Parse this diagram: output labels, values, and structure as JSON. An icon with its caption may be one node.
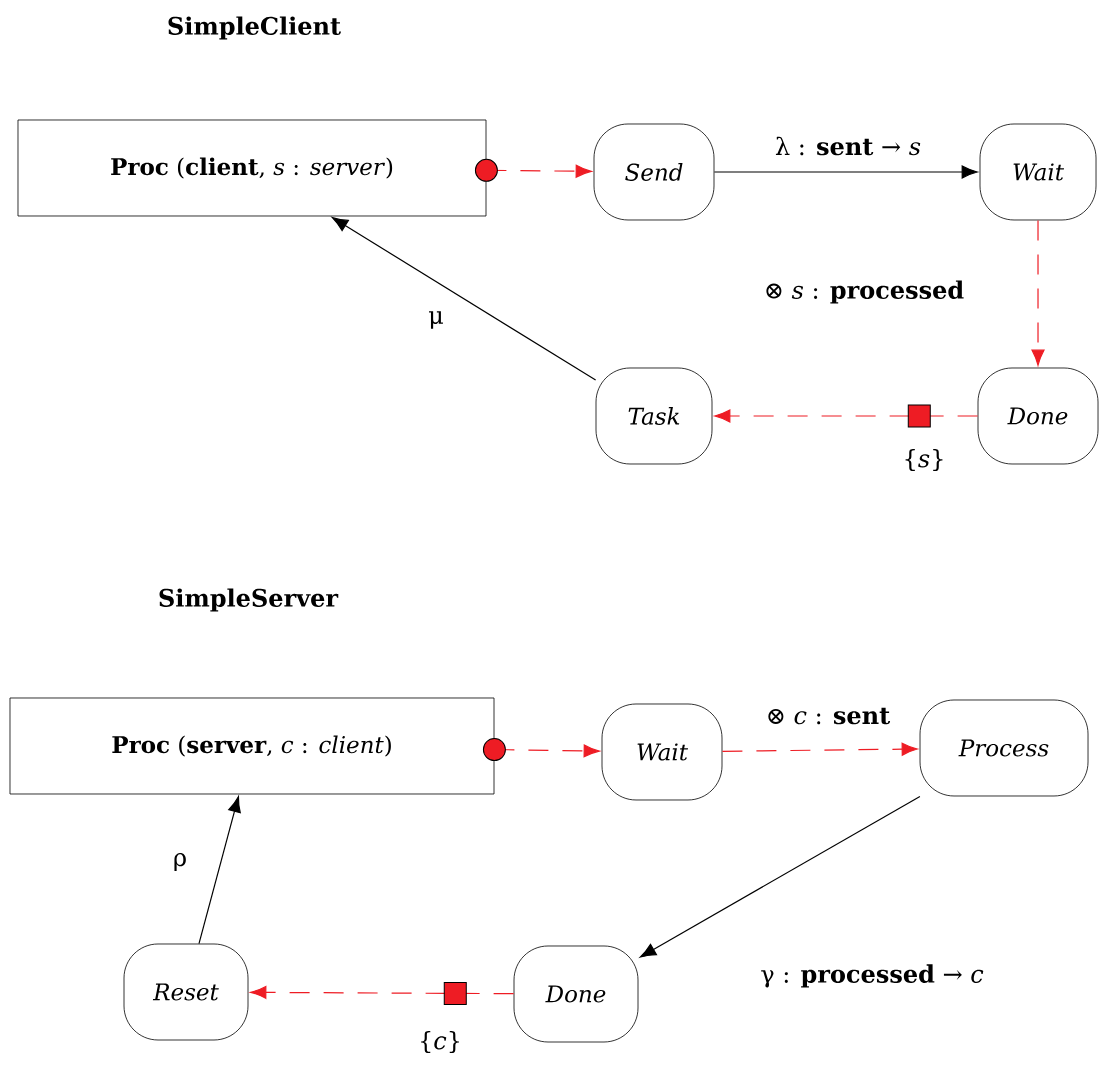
{
  "diagram": {
    "nodes": [
      {
        "text": [
          "**Proc** (**client**, *s* : *server*)"
        ]
      },
      {
        "text": [
          "Send"
        ]
      },
      {
        "text": [
          "Wait"
        ]
      },
      {
        "text": [
          "Done"
        ]
      },
      {
        "text": [
          "Task"
        ]
      },
      {
        "text": [
          "**Proc** (**server**, *c* : *client*)"
        ]
      },
      {
        "text": [
          "Wait"
        ]
      },
      {
        "text": [
          "Process"
        ]
      },
      {
        "text": [
          "Done"
        ]
      },
      {
        "text": [
          "Reset"
        ]
      }
    ],
    "edges": [
      {
        "from": 0,
        "to": 1,
        "arrow": "to",
        "style": "dashed",
        "color": "#ee1c24"
      },
      {
        "from": 1,
        "to": 2,
        "arrow": "to",
        "label": "λ : **sent** → *s*",
        "color": "#000000"
      },
      {
        "from": 2,
        "to": 3,
        "arrow": "to",
        "label": "⊗ *s* : **processed**",
        "style": "dashed",
        "color": "#ee1c24"
      },
      {
        "from": 3,
        "to": 4,
        "arrow": "to",
        "label": "{*s*}",
        "style": "dashed",
        "color": "#ee1c24"
      },
      {
        "from": 4,
        "to": 0,
        "arrow": "to",
        "label": "μ",
        "color": "#000000"
      },
      {
        "from": 5,
        "to": 6,
        "arrow": "to",
        "style": "dashed",
        "color": "#ee1c24"
      },
      {
        "from": 6,
        "to": 7,
        "arrow": "to",
        "label": "⊗ *c* : **sent**",
        "style": "dashed",
        "color": "#ee1c24"
      },
      {
        "from": 7,
        "to": 8,
        "arrow": "to",
        "label": "γ : **processed** → *c*",
        "color": "#000000"
      },
      {
        "from": 8,
        "to": 9,
        "arrow": "to",
        "label": "{*c*}",
        "style": "dashed",
        "color": "#ee1c24"
      },
      {
        "from": 9,
        "to": 5,
        "arrow": "to",
        "label": "ρ",
        "color": "#000000"
      }
    ],
    "labels": [
      "SimpleClient",
      "SimpleServer"
    ]
  }
}
